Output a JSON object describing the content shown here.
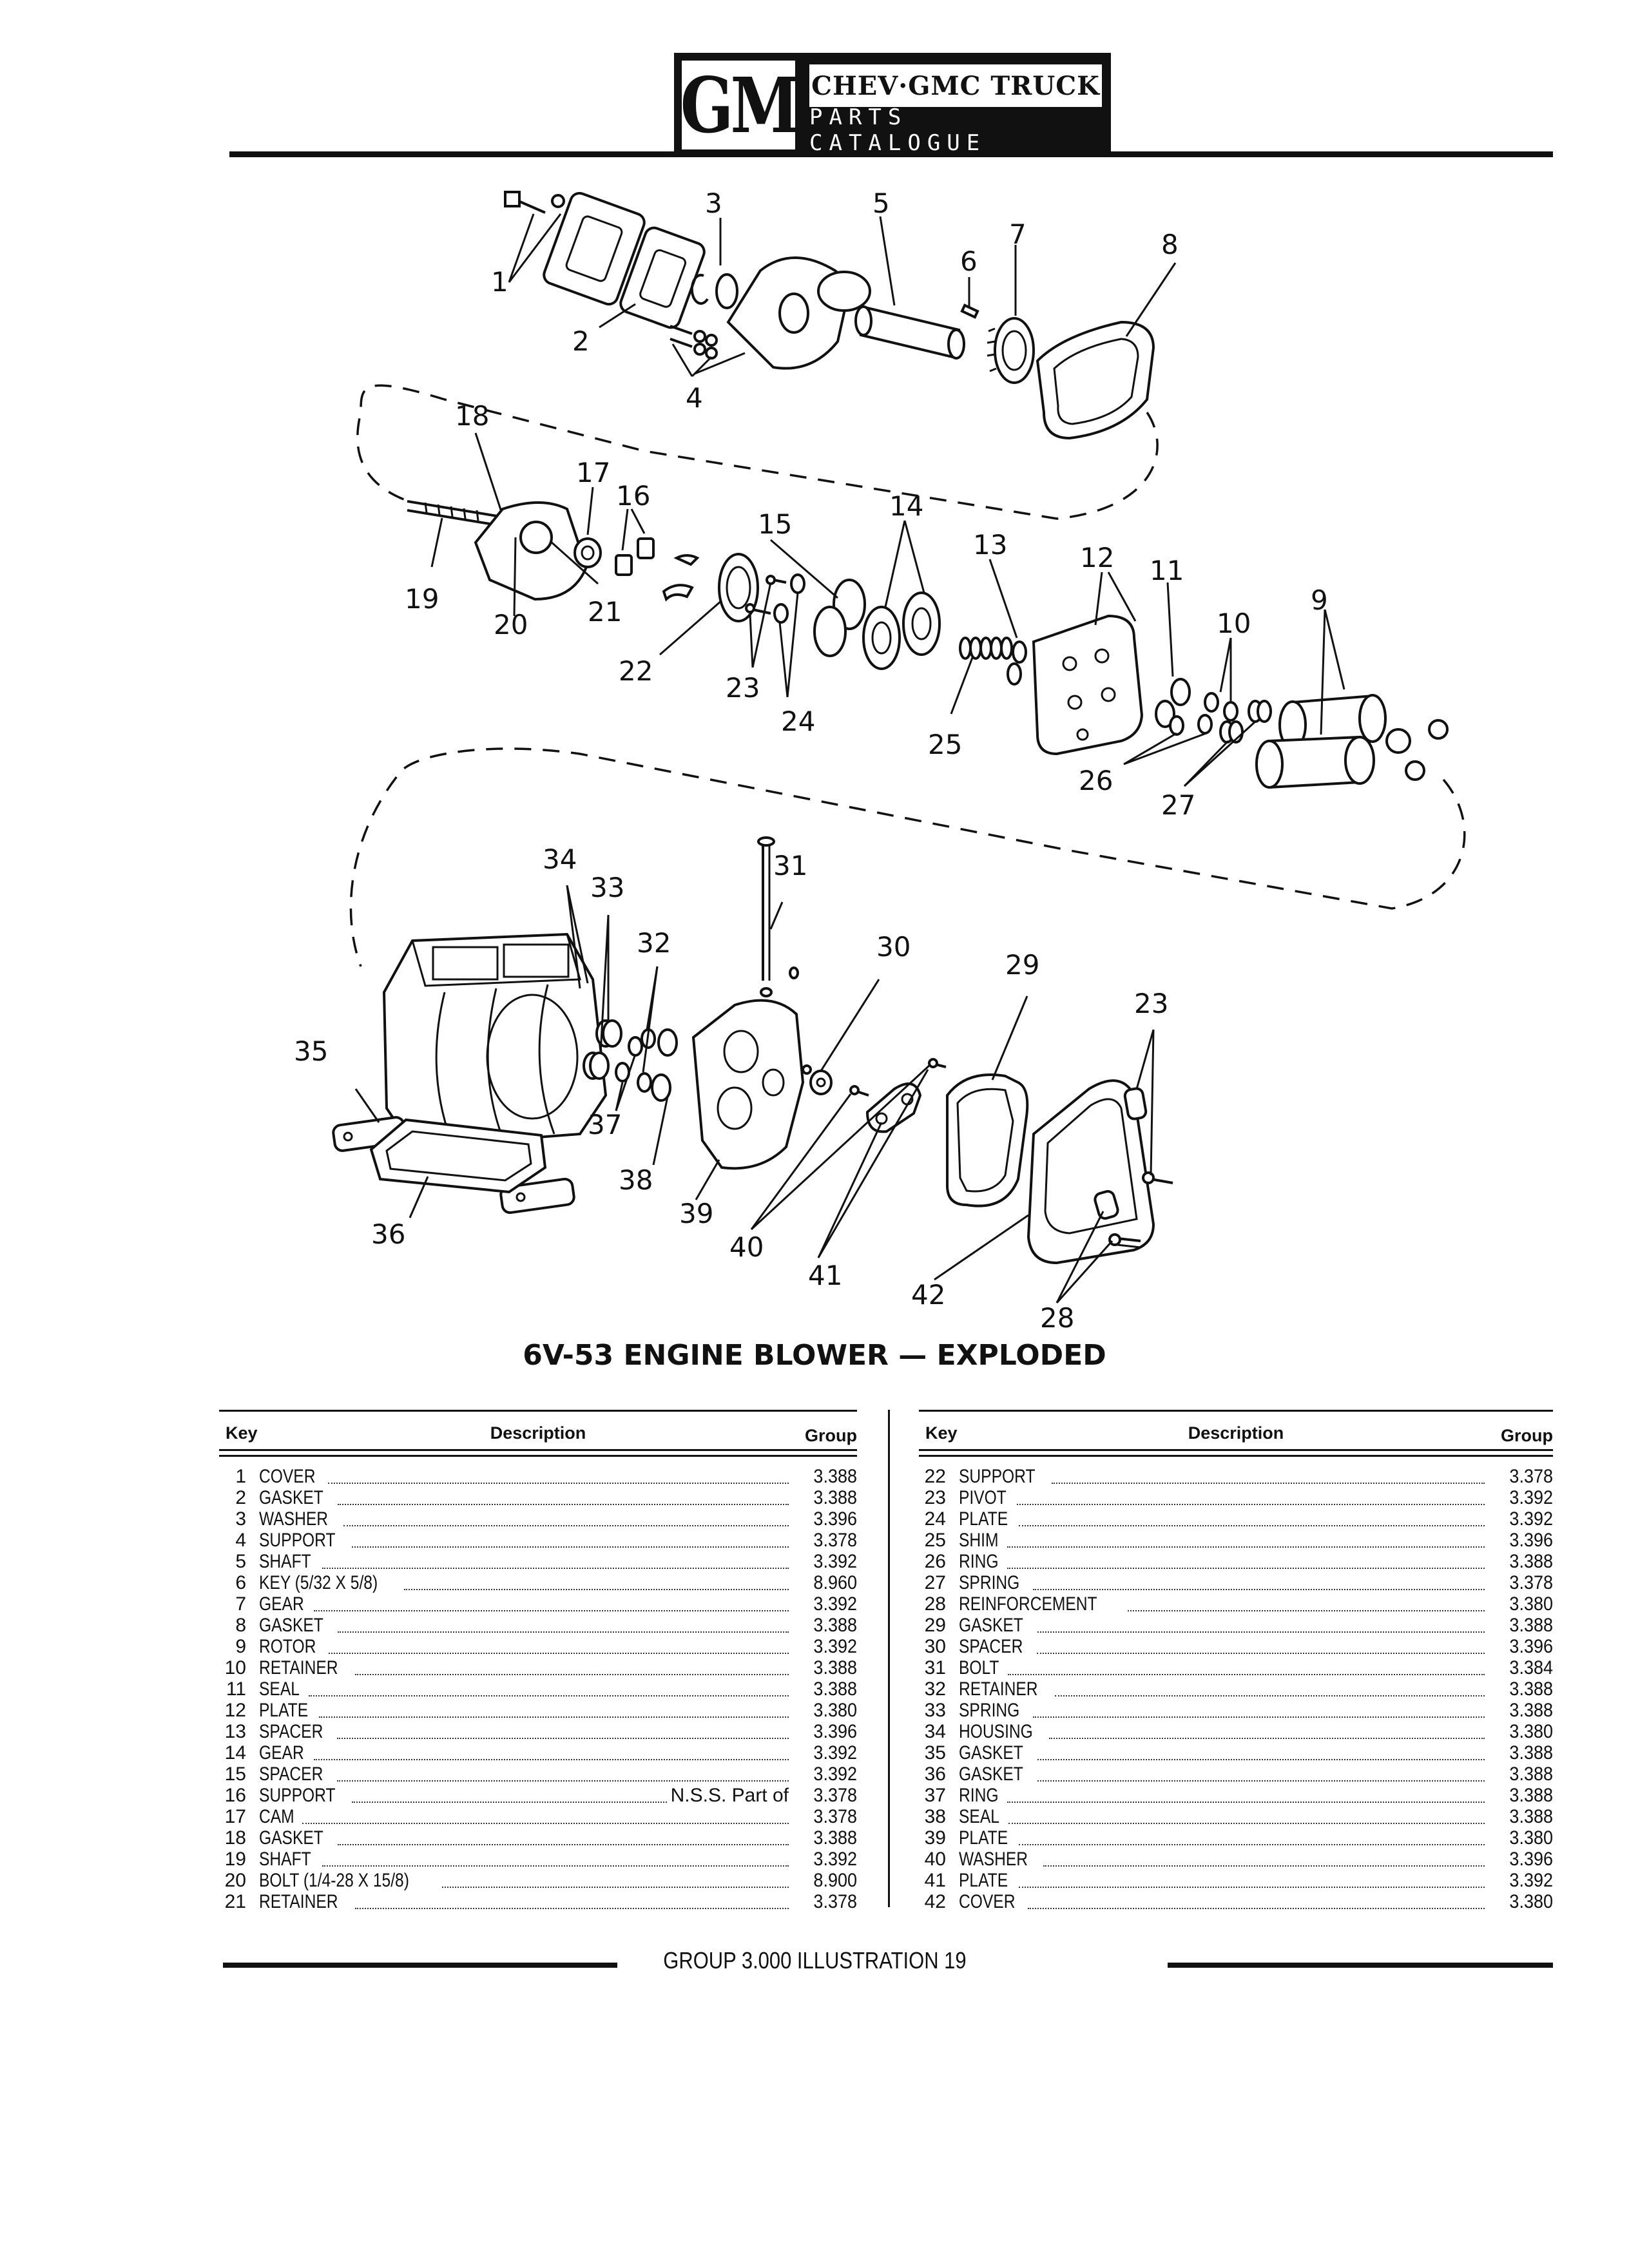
{
  "header": {
    "logo": "GM",
    "brand": "CHEV·GMC TRUCK",
    "subtitle": "PARTS CATALOGUE"
  },
  "figure": {
    "title": "6V-53 ENGINE BLOWER — EXPLODED",
    "callouts": [
      "1",
      "2",
      "3",
      "4",
      "5",
      "6",
      "7",
      "8",
      "9",
      "10",
      "11",
      "12",
      "13",
      "14",
      "15",
      "16",
      "17",
      "18",
      "19",
      "20",
      "21",
      "22",
      "23",
      "24",
      "25",
      "26",
      "27",
      "28",
      "29",
      "30",
      "31",
      "32",
      "33",
      "34",
      "35",
      "36",
      "37",
      "38",
      "39",
      "40",
      "41",
      "42",
      "23"
    ]
  },
  "table": {
    "headers": {
      "key": "Key",
      "description": "Description",
      "group": "Group"
    },
    "left": [
      {
        "key": "1",
        "desc": "COVER",
        "note": "",
        "group": "3.388"
      },
      {
        "key": "2",
        "desc": "GASKET",
        "note": "",
        "group": "3.388"
      },
      {
        "key": "3",
        "desc": "WASHER",
        "note": "",
        "group": "3.396"
      },
      {
        "key": "4",
        "desc": "SUPPORT",
        "note": "",
        "group": "3.378"
      },
      {
        "key": "5",
        "desc": "SHAFT",
        "note": "",
        "group": "3.392"
      },
      {
        "key": "6",
        "desc": "KEY (5/32 x 5/8)",
        "note": "",
        "group": "8.960"
      },
      {
        "key": "7",
        "desc": "GEAR",
        "note": "",
        "group": "3.392"
      },
      {
        "key": "8",
        "desc": "GASKET",
        "note": "",
        "group": "3.388"
      },
      {
        "key": "9",
        "desc": "ROTOR",
        "note": "",
        "group": "3.392"
      },
      {
        "key": "10",
        "desc": "RETAINER",
        "note": "",
        "group": "3.388"
      },
      {
        "key": "11",
        "desc": "SEAL",
        "note": "",
        "group": "3.388"
      },
      {
        "key": "12",
        "desc": "PLATE",
        "note": "",
        "group": "3.380"
      },
      {
        "key": "13",
        "desc": "SPACER",
        "note": "",
        "group": "3.396"
      },
      {
        "key": "14",
        "desc": "GEAR",
        "note": "",
        "group": "3.392"
      },
      {
        "key": "15",
        "desc": "SPACER",
        "note": "",
        "group": "3.392"
      },
      {
        "key": "16",
        "desc": "SUPPORT",
        "note": "N.S.S. Part of",
        "group": "3.378"
      },
      {
        "key": "17",
        "desc": "CAM",
        "note": "",
        "group": "3.378"
      },
      {
        "key": "18",
        "desc": "GASKET",
        "note": "",
        "group": "3.388"
      },
      {
        "key": "19",
        "desc": "SHAFT",
        "note": "",
        "group": "3.392"
      },
      {
        "key": "20",
        "desc": "BOLT (1/4-28 x 15/8)",
        "note": "",
        "group": "8.900"
      },
      {
        "key": "21",
        "desc": "RETAINER",
        "note": "",
        "group": "3.378"
      }
    ],
    "right": [
      {
        "key": "22",
        "desc": "SUPPORT",
        "note": "",
        "group": "3.378"
      },
      {
        "key": "23",
        "desc": "PIVOT",
        "note": "",
        "group": "3.392"
      },
      {
        "key": "24",
        "desc": "PLATE",
        "note": "",
        "group": "3.392"
      },
      {
        "key": "25",
        "desc": "SHIM",
        "note": "",
        "group": "3.396"
      },
      {
        "key": "26",
        "desc": "RING",
        "note": "",
        "group": "3.388"
      },
      {
        "key": "27",
        "desc": "SPRING",
        "note": "",
        "group": "3.378"
      },
      {
        "key": "28",
        "desc": "REINFORCEMENT",
        "note": "",
        "group": "3.380"
      },
      {
        "key": "29",
        "desc": "GASKET",
        "note": "",
        "group": "3.388"
      },
      {
        "key": "30",
        "desc": "SPACER",
        "note": "",
        "group": "3.396"
      },
      {
        "key": "31",
        "desc": "BOLT",
        "note": "",
        "group": "3.384"
      },
      {
        "key": "32",
        "desc": "RETAINER",
        "note": "",
        "group": "3.388"
      },
      {
        "key": "33",
        "desc": "SPRING",
        "note": "",
        "group": "3.388"
      },
      {
        "key": "34",
        "desc": "HOUSING",
        "note": "",
        "group": "3.380"
      },
      {
        "key": "35",
        "desc": "GASKET",
        "note": "",
        "group": "3.388"
      },
      {
        "key": "36",
        "desc": "GASKET",
        "note": "",
        "group": "3.388"
      },
      {
        "key": "37",
        "desc": "RING",
        "note": "",
        "group": "3.388"
      },
      {
        "key": "38",
        "desc": "SEAL",
        "note": "",
        "group": "3.388"
      },
      {
        "key": "39",
        "desc": "PLATE",
        "note": "",
        "group": "3.380"
      },
      {
        "key": "40",
        "desc": "WASHER",
        "note": "",
        "group": "3.396"
      },
      {
        "key": "41",
        "desc": "PLATE",
        "note": "",
        "group": "3.392"
      },
      {
        "key": "42",
        "desc": "COVER",
        "note": "",
        "group": "3.380"
      }
    ]
  },
  "footer": {
    "text": "GROUP 3.000 ILLUSTRATION 19"
  }
}
